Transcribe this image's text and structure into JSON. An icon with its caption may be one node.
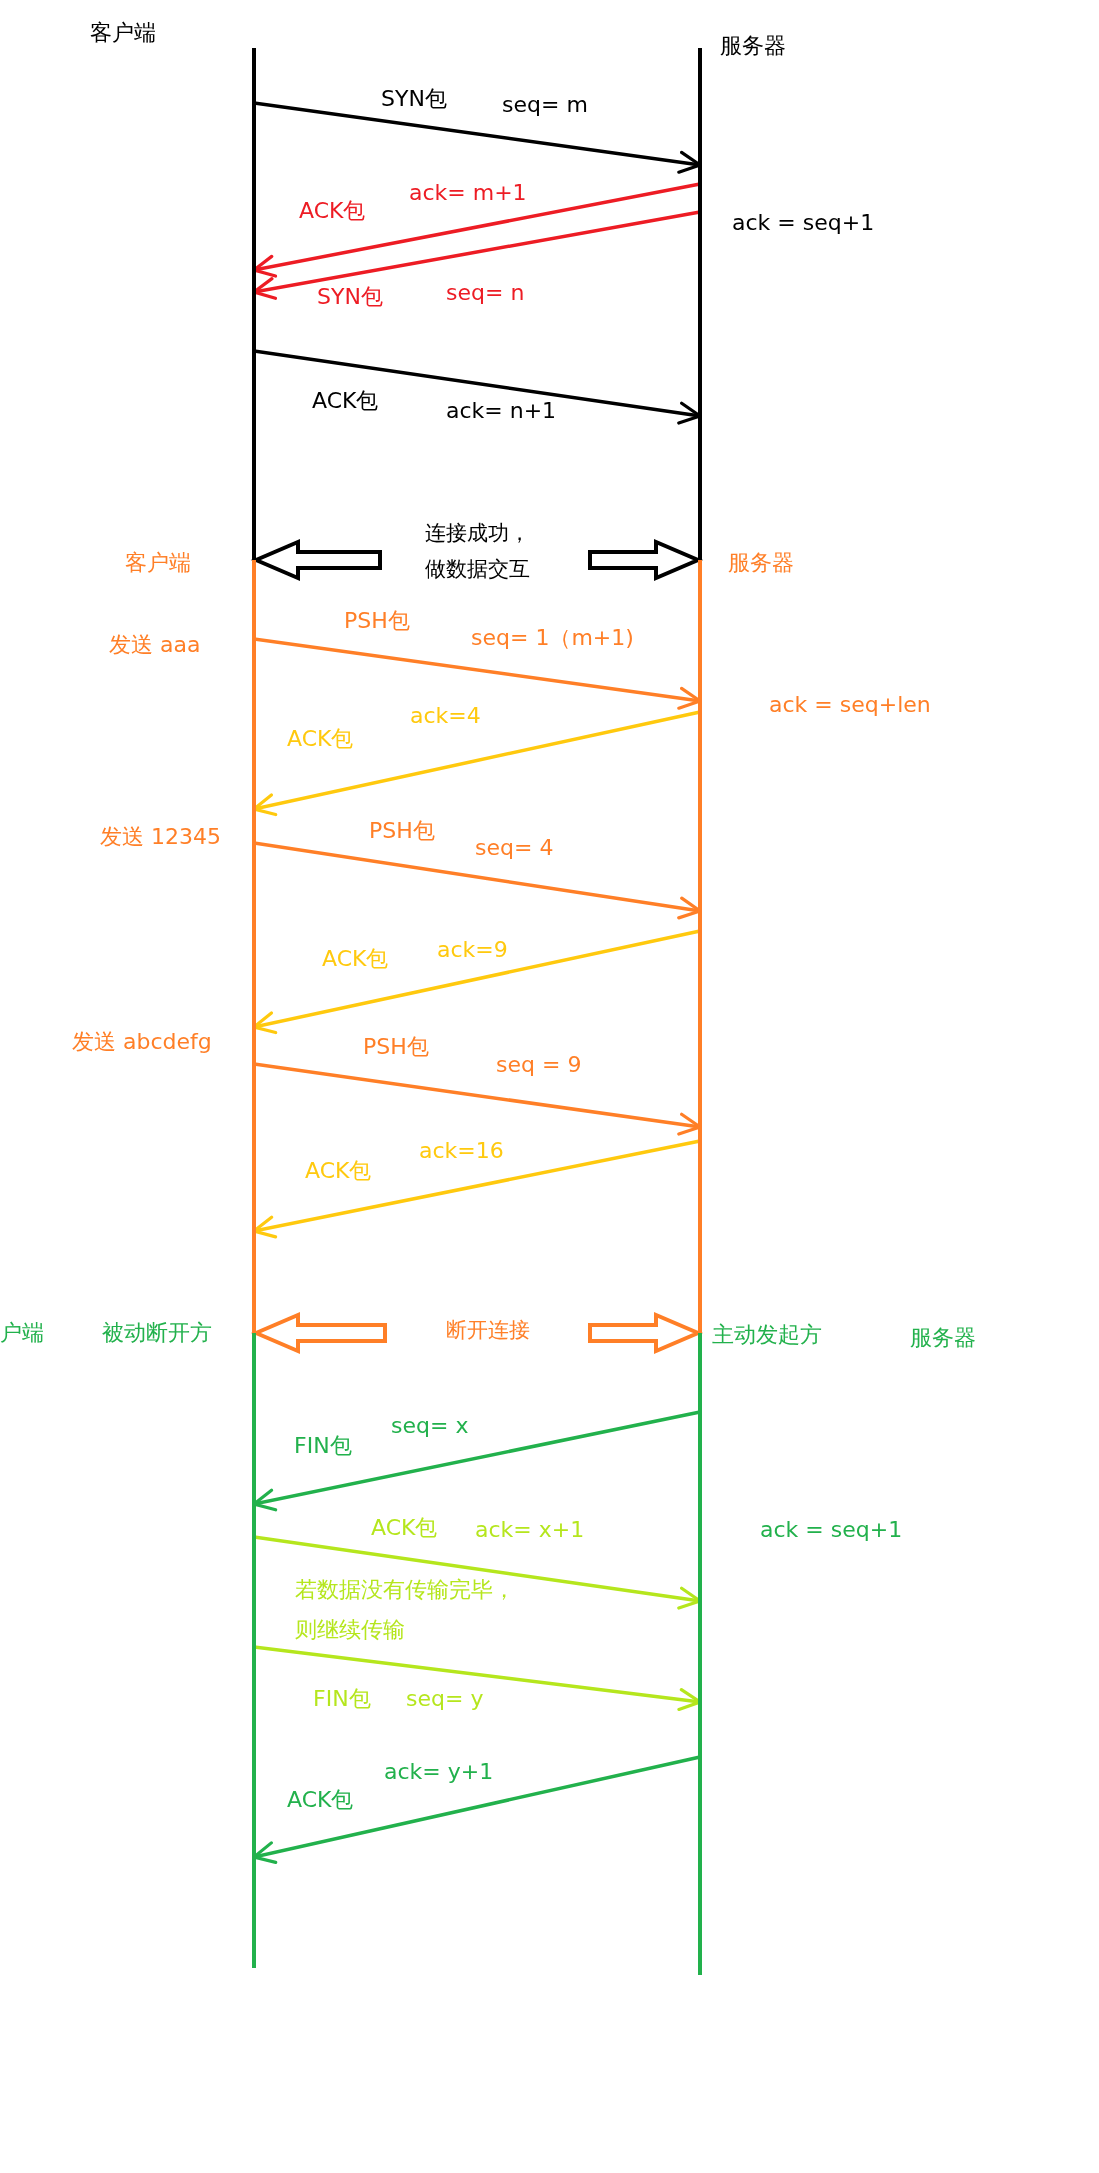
{
  "diagram": {
    "nodes": [
      {
        "text": [
          "客户端"
        ]
      },
      {
        "text": [
          "服务器"
        ]
      },
      {
        "text": [
          "客户端"
        ]
      },
      {
        "text": [
          "服务器"
        ]
      },
      {
        "text": [
          "被动断开方"
        ]
      },
      {
        "text": [
          "主动发起方"
        ]
      },
      {
        "text": [
          "连接成功，做数据交互"
        ]
      },
      {
        "text": [
          "断开连接"
        ]
      }
    ],
    "edges": [
      {
        "from": 0,
        "to": 1,
        "arrow": "to",
        "label": "SYN包",
        "color": "#000000"
      },
      {
        "from": 1,
        "to": 0,
        "arrow": "to",
        "label": "ACK包",
        "color": "#ed1c24"
      },
      {
        "from": 1,
        "to": 0,
        "arrow": "to",
        "label": "SYN包",
        "color": "#ed1c24"
      },
      {
        "from": 0,
        "to": 1,
        "arrow": "to",
        "label": "ACK包",
        "color": "#000000"
      },
      {
        "from": 6,
        "to": 0,
        "arrow": "to",
        "style": "thick",
        "color": "#000000"
      },
      {
        "from": 6,
        "to": 1,
        "arrow": "to",
        "style": "thick",
        "color": "#000000"
      },
      {
        "from": 2,
        "to": 3,
        "arrow": "to",
        "label": "PSH包"
      },
      {
        "from": 3,
        "to": 2,
        "arrow": "to",
        "label": "ACK包",
        "color": "#ffc90e"
      },
      {
        "from": 2,
        "to": 3,
        "arrow": "to",
        "label": "PSH包"
      },
      {
        "from": 3,
        "to": 2,
        "arrow": "to",
        "label": "ACK包",
        "color": "#ffc90e"
      },
      {
        "from": 2,
        "to": 3,
        "arrow": "to",
        "label": "PSH包"
      },
      {
        "from": 3,
        "to": 2,
        "arrow": "to",
        "label": "ACK包",
        "color": "#ffc90e"
      },
      {
        "from": 7,
        "to": 2,
        "arrow": "to",
        "style": "thick"
      },
      {
        "from": 7,
        "to": 3,
        "arrow": "to",
        "style": "thick"
      },
      {
        "from": 5,
        "to": 4,
        "arrow": "to",
        "label": "FIN包",
        "color": "#22b14c"
      },
      {
        "from": 4,
        "to": 5,
        "arrow": "to",
        "label": "ACK包",
        "color": "#b5e61d"
      },
      {
        "from": 4,
        "to": 5,
        "arrow": "to",
        "label": "FIN包",
        "color": "#b5e61d"
      },
      {
        "from": 5,
        "to": 4,
        "arrow": "to",
        "label": "ACK包",
        "color": "#22b14c"
      }
    ],
    "labels": [
      "seq= m",
      "ack= m+1",
      "ack = seq+1",
      "seq= n",
      "ack= n+1",
      "发送 aaa",
      "seq= 1（m+1)",
      "ack = seq+len",
      "ack=4",
      "发送 12345",
      "seq= 4",
      "ack=9",
      "发送 abcdefg",
      "seq = 9",
      "ack=16",
      "户端",
      "服务器",
      "seq= x",
      "ack= x+1",
      "ack = seq+1",
      "若数据没有传输完毕，则继续传输",
      "seq= y",
      "ack= y+1"
    ]
  }
}
